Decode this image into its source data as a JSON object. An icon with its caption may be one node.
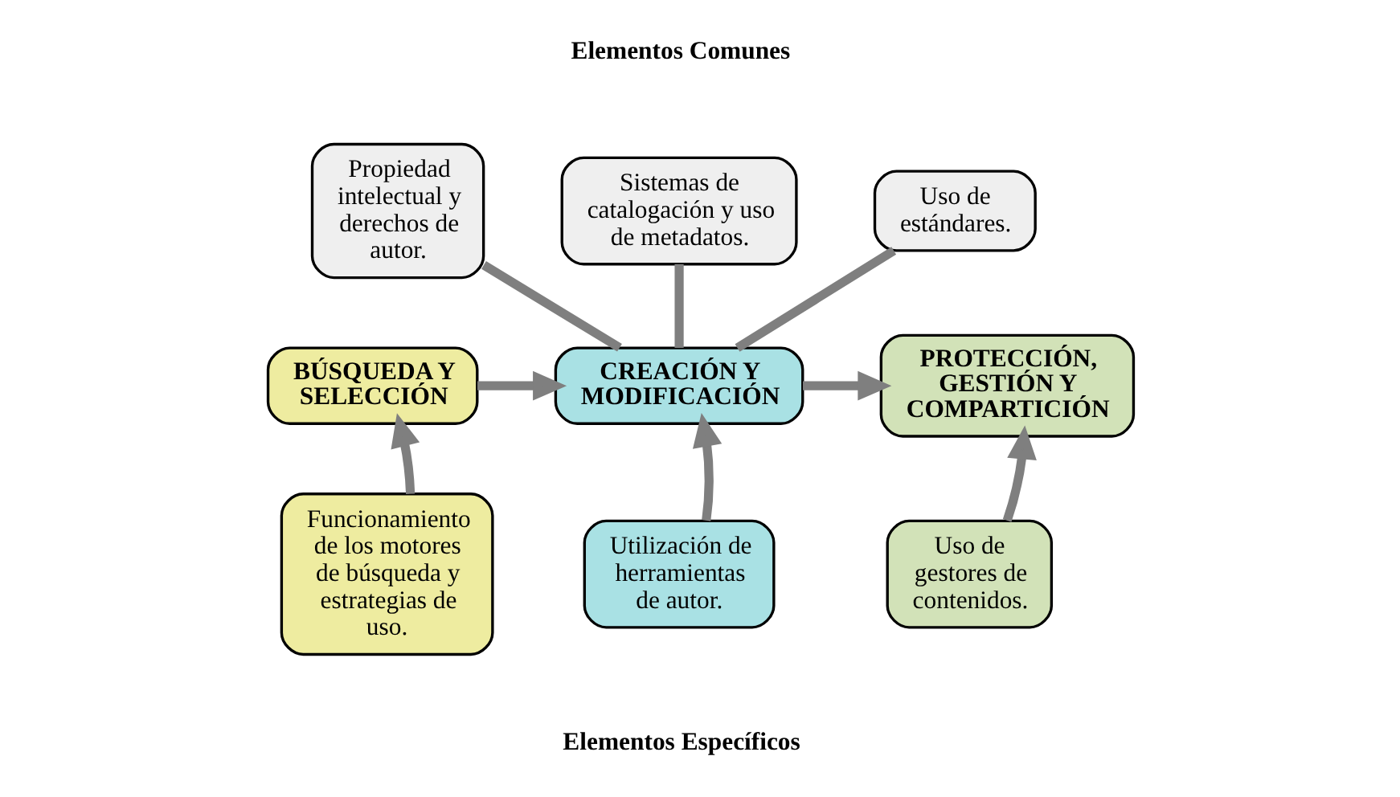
{
  "diagram": {
    "nodes": [
      {
        "text": [
          "Propiedad intelectual y derechos de autor."
        ]
      },
      {
        "text": [
          "Sistemas de catalogación y uso de metadatos."
        ]
      },
      {
        "text": [
          "Uso de estándares."
        ]
      },
      {
        "text": [
          "BÚSQUEDA Y SELECCIÓN"
        ]
      },
      {
        "text": [
          "CREACIÓN Y MODIFICACIÓN"
        ]
      },
      {
        "text": [
          "PROTECCIÓN, GESTIÓN Y COMPARTICIÓN"
        ]
      },
      {
        "text": [
          "Funcionamiento de los motores de búsqueda y estrategias de uso."
        ]
      },
      {
        "text": [
          "Utilización de herramientas de autor."
        ]
      },
      {
        "text": [
          "Uso de gestores de contenidos."
        ]
      }
    ],
    "edges": [
      {
        "from": 0,
        "to": 4,
        "arrow": "none"
      },
      {
        "from": 1,
        "to": 4,
        "arrow": "none"
      },
      {
        "from": 2,
        "to": 4,
        "arrow": "none"
      },
      {
        "from": 3,
        "to": 4,
        "arrow": "to"
      },
      {
        "from": 4,
        "to": 5,
        "arrow": "to"
      },
      {
        "from": 6,
        "to": 3,
        "arrow": "to"
      },
      {
        "from": 7,
        "to": 4,
        "arrow": "to"
      },
      {
        "from": 8,
        "to": 5,
        "arrow": "to"
      }
    ],
    "labels": [
      "Elementos Comunes",
      "Elementos Específicos"
    ]
  }
}
